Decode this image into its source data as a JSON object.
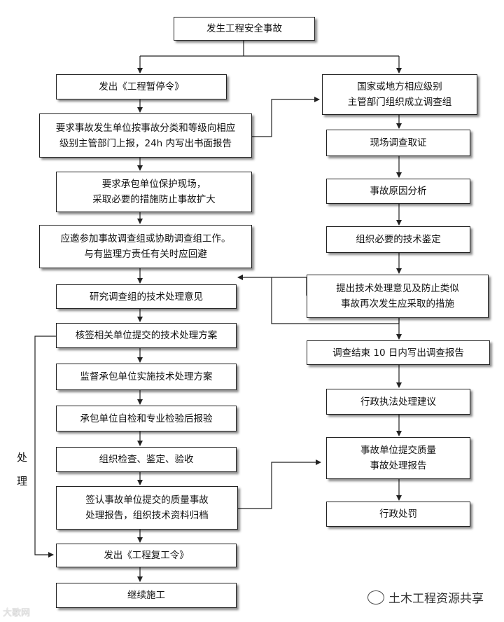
{
  "diagram": {
    "start": "发生工程安全事故",
    "left_column": [
      "发出《工程暂停令》",
      "要求事故发生单位按事故分类和等级向相应\n级别主管部门上报，24h 内写出书面报告",
      "要求承包单位保护现场，\n采取必要的措施防止事故扩大",
      "应邀参加事故调查组或协助调查组工作。\n与有监理方责任有关时应回避",
      "研究调查组的技术处理意见",
      "核签相关单位提交的技术处理方案",
      "监督承包单位实施技术处理方案",
      "承包单位自检和专业检验后报验",
      "组织检查、鉴定、验收",
      "签认事故单位提交的质量事故\n处理报告，组织技术资料归档",
      "发出《工程复工令》",
      "继续施工"
    ],
    "right_column": [
      "国家或地方相应级别\n主管部门组织成立调查组",
      "现场调查取证",
      "事故原因分析",
      "组织必要的技术鉴定",
      "提出技术处理意见及防止类似\n事故再次发生应采取的措施",
      "调查结束 10 日内写出调查报告",
      "行政执法处理建议",
      "事故单位提交质量\n事故处理报告",
      "行政处罚"
    ],
    "side_label_1": "处",
    "side_label_2": "理"
  },
  "watermarks": {
    "right": "土木工程资源共享",
    "left": "大歌网"
  }
}
